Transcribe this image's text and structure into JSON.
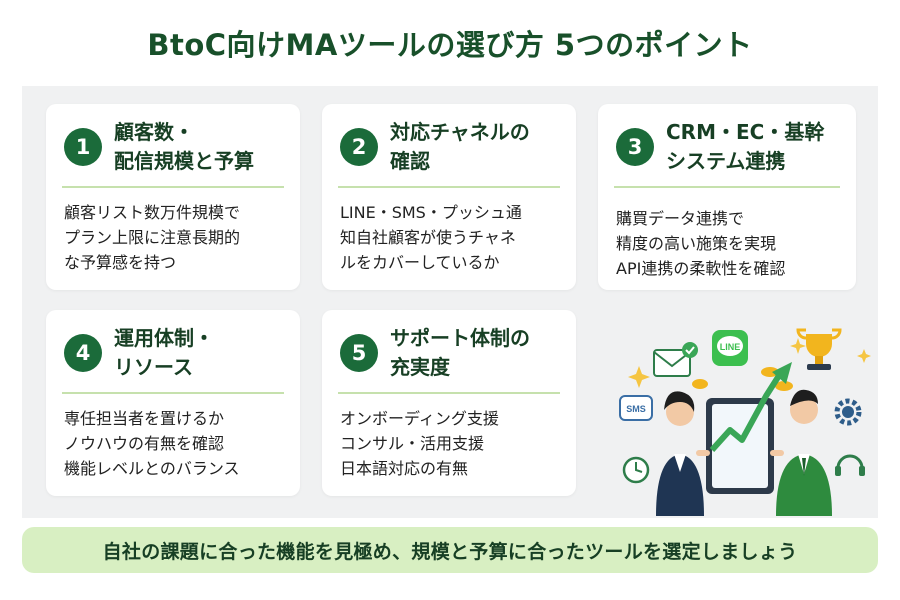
{
  "title": "BtoC向けMAツールの選び方 5つのポイント",
  "cards": [
    {
      "num": "1",
      "title": "顧客数・\n配信規模と予算",
      "body": "顧客リスト数万件規模で\nプラン上限に注意長期的\nな予算感を持つ"
    },
    {
      "num": "2",
      "title": "対応チャネルの\n確認",
      "body": "LINE・SMS・プッシュ通\n知自社顧客が使うチャネ\nルをカバーしているか"
    },
    {
      "num": "3",
      "title": "CRM・EC・基幹\nシステム連携",
      "body": "購買データ連携で\n精度の高い施策を実現\nAPI連携の柔軟性を確認"
    },
    {
      "num": "4",
      "title": "運用体制・\nリソース",
      "body": "専任担当者を置けるか\nノウハウの有無を確認\n機能レベルとのバランス"
    },
    {
      "num": "5",
      "title": "サポート体制の\n充実度",
      "body": "オンボーディング支援\nコンサル・活用支援\n日本語対応の有無"
    }
  ],
  "illustration": {
    "line_label": "LINE",
    "sms_label": "SMS"
  },
  "banner": "自社の課題に合った機能を見極め、規模と予算に合ったツールを選定しましょう",
  "colors": {
    "primary": "#1b6b3a",
    "accent_light": "#d8efc2",
    "panel": "#f0f1f2"
  }
}
